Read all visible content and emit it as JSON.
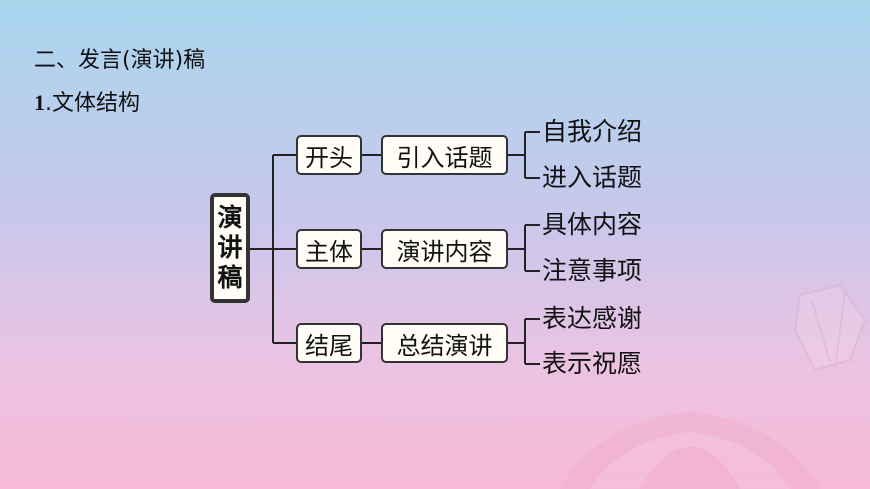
{
  "section_title": "二、发言(演讲)稿",
  "subsection": {
    "number": "1",
    "text": ".文体结构"
  },
  "diagram": {
    "root": [
      "演",
      "讲",
      "稿"
    ],
    "parts": [
      {
        "label": "开头",
        "middle": "引入话题",
        "leaves": [
          "自我介绍",
          "进入话题"
        ]
      },
      {
        "label": "主体",
        "middle": "演讲内容",
        "leaves": [
          "具体内容",
          "注意事项"
        ]
      },
      {
        "label": "结尾",
        "middle": "总结演讲",
        "leaves": [
          "表达感谢",
          "表示祝愿"
        ]
      }
    ]
  }
}
